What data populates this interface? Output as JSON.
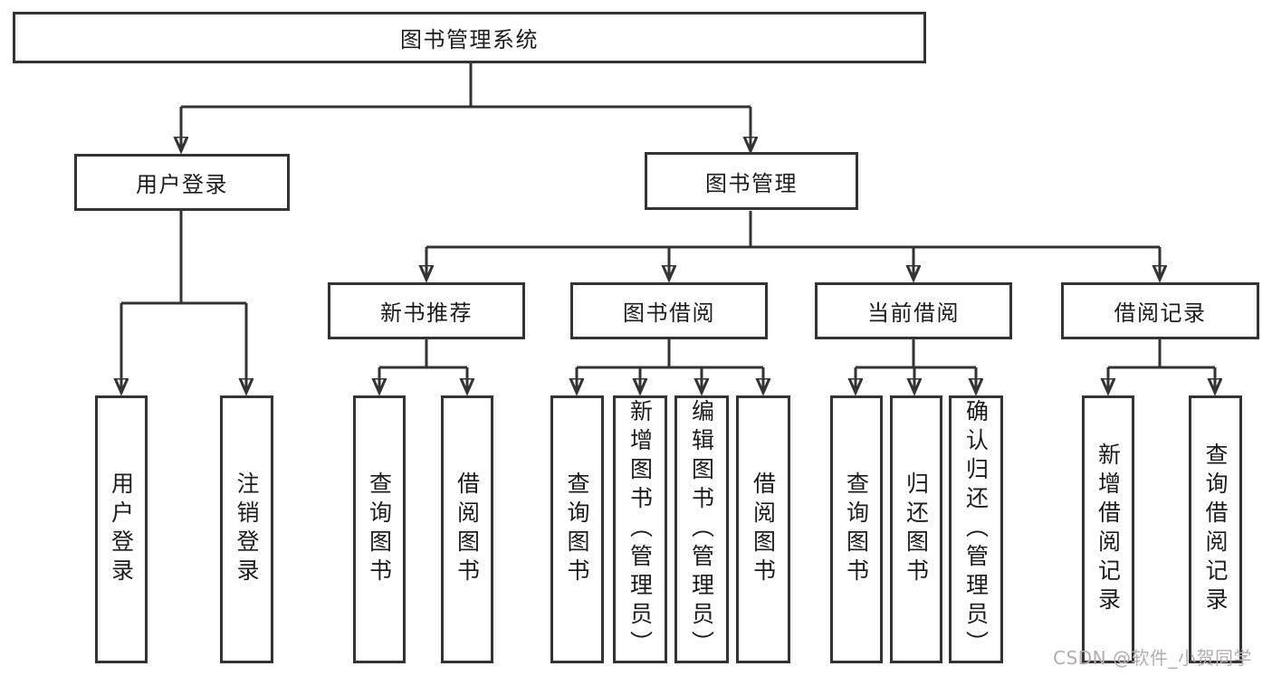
{
  "diagram": {
    "root": {
      "label": "图书管理系统"
    },
    "branches": [
      {
        "label": "用户登录",
        "children": [
          {
            "label": "用户登录"
          },
          {
            "label": "注销登录"
          }
        ]
      },
      {
        "label": "图书管理",
        "children": [
          {
            "label": "新书推荐",
            "children": [
              {
                "label": "查询图书"
              },
              {
                "label": "借阅图书"
              }
            ]
          },
          {
            "label": "图书借阅",
            "children": [
              {
                "label": "查询图书"
              },
              {
                "label": "新增图书（管理员）"
              },
              {
                "label": "编辑图书（管理员）"
              },
              {
                "label": "借阅图书"
              }
            ]
          },
          {
            "label": "当前借阅",
            "children": [
              {
                "label": "查询图书"
              },
              {
                "label": "归还图书"
              },
              {
                "label": "确认归还（管理员）"
              }
            ]
          },
          {
            "label": "借阅记录",
            "children": [
              {
                "label": "新增借阅记录"
              },
              {
                "label": "查询借阅记录"
              }
            ]
          }
        ]
      }
    ]
  },
  "watermark": {
    "label": "CSDN @软件_小贺同学"
  },
  "colors": {
    "line": "#333333",
    "text": "#1c1c1c",
    "watermark": "#b3adaf",
    "background": "#ffffff"
  }
}
